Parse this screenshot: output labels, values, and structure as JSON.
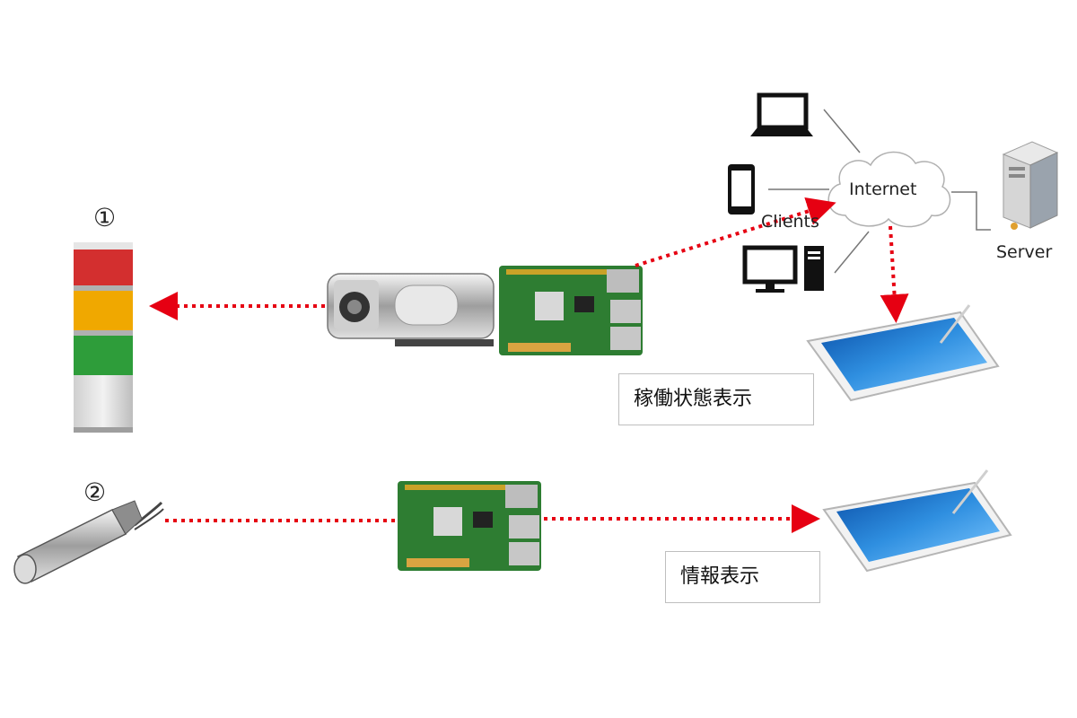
{
  "markers": {
    "one": "①",
    "two": "②"
  },
  "network": {
    "internet": "Internet",
    "clients": "Clients",
    "server": "Server"
  },
  "labels": {
    "status_display": "稼働状態表示",
    "info_display": "情報表示"
  },
  "colors": {
    "arrow": "#e60012",
    "board": "#2e7d32",
    "line": "#777777"
  }
}
